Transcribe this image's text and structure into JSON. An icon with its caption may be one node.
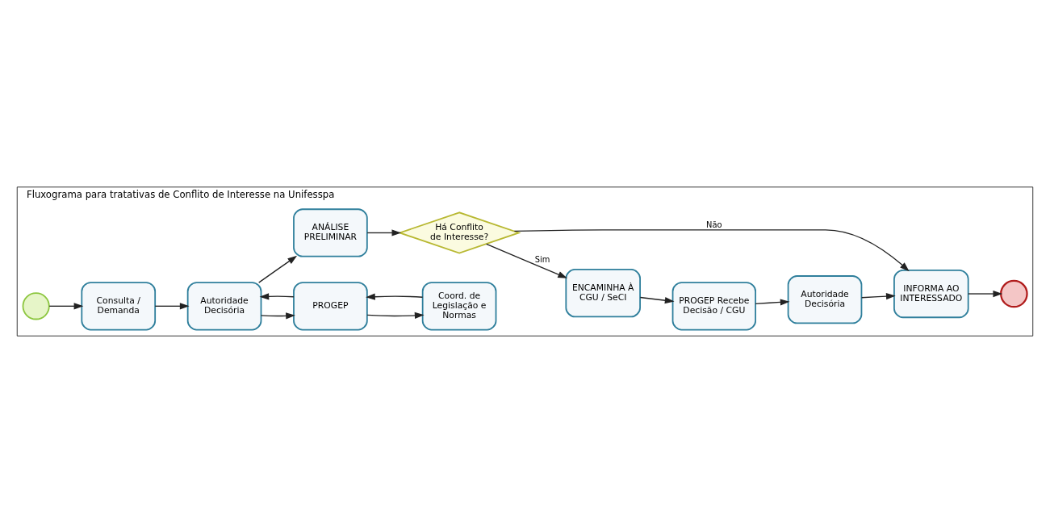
{
  "diagram": {
    "nodes": [
      {
        "text": [
          "Fluxograma para tratativas de Conflito de Interesse na Unifesspa"
        ]
      },
      {
        "text": [],
        "shape": "circle",
        "in": 0
      },
      {
        "text": [
          "Consulta / Demanda"
        ],
        "in": 0
      },
      {
        "text": [
          "Autoridade Decisória"
        ],
        "in": 0
      },
      {
        "text": [
          "PROGEP"
        ],
        "in": 0
      },
      {
        "text": [
          "Coord. de Legislação e Normas"
        ],
        "in": 0
      },
      {
        "text": [
          "ANÁLISE PRELIMINAR"
        ],
        "in": 0
      },
      {
        "text": [],
        "shape": "circle",
        "in": 0
      },
      {
        "text": [
          "ENCAMINHA À CGU / SeCI"
        ],
        "in": 0
      },
      {
        "text": [
          "Há Conflito de Interesse?"
        ],
        "in": 0
      },
      {
        "text": [
          "INFORMA AO INTERESSADO"
        ],
        "in": 0
      },
      {
        "text": [
          "PROGEP Recebe Decisão / CGU"
        ],
        "in": 0
      },
      {
        "text": [
          "Autoridade Decisória"
        ],
        "in": 0
      }
    ],
    "edges": [
      {
        "from": 1,
        "to": 2,
        "arrow": "to"
      },
      {
        "from": 2,
        "to": 3,
        "arrow": "to"
      },
      {
        "from": 3,
        "to": 4,
        "arrow": "to"
      },
      {
        "from": 4,
        "to": 3,
        "arrow": "to"
      },
      {
        "from": 4,
        "to": 5,
        "arrow": "to"
      },
      {
        "from": 5,
        "to": 4,
        "arrow": "to"
      },
      {
        "from": 3,
        "to": 6,
        "arrow": "to"
      },
      {
        "from": 6,
        "to": 9,
        "arrow": "to"
      },
      {
        "from": 9,
        "to": 8,
        "arrow": "to",
        "label": "Sim"
      },
      {
        "from": 9,
        "to": 10,
        "arrow": "to",
        "label": "Não"
      },
      {
        "from": 10,
        "to": 7,
        "arrow": "to"
      },
      {
        "from": 8,
        "to": 11,
        "arrow": "to"
      },
      {
        "from": 11,
        "to": 12,
        "arrow": "to"
      },
      {
        "from": 12,
        "to": 10,
        "arrow": "to"
      }
    ]
  }
}
